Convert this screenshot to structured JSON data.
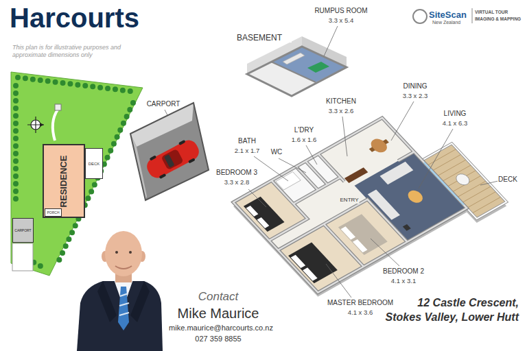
{
  "diagram": {
    "nodes": [
      {
        "text": [
          "RESIDENCE"
        ]
      },
      {
        "text": [
          "PORCH"
        ],
        "in": 0
      },
      {
        "text": [
          "DECK"
        ]
      },
      {
        "text": [
          "CARPORT"
        ]
      }
    ],
    "labels": [
      "Harcourts",
      "This plan is for illustrative purposes and approximate dimensions only",
      "RUMPUS ROOM",
      "3.3 x 5.4",
      "BASEMENT",
      "CARPORT",
      "KITCHEN",
      "3.3 x 2.6",
      "DINING",
      "3.3 x 2.3",
      "LIVING",
      "4.1 x 6.3",
      "DECK",
      "L'DRY",
      "1.6 x 1.6",
      "WC",
      "BATH",
      "2.1 x 1.7",
      "ENTRY",
      "BEDROOM 3",
      "3.3 x 2.8",
      "BEDROOM 2",
      "4.1 x 3.1",
      "MASTER BEDROOM",
      "4.1 x 3.6",
      "SiteScan",
      "VIRTUAL TOUR",
      "IMAGING & MAPPING",
      "New Zealand",
      "Contact",
      "Mike Maurice",
      "mike.maurice@harcourts.co.nz",
      "027 359 8855",
      "12 Castle Crescent, Stokes Valley, Lower Hutt"
    ]
  }
}
